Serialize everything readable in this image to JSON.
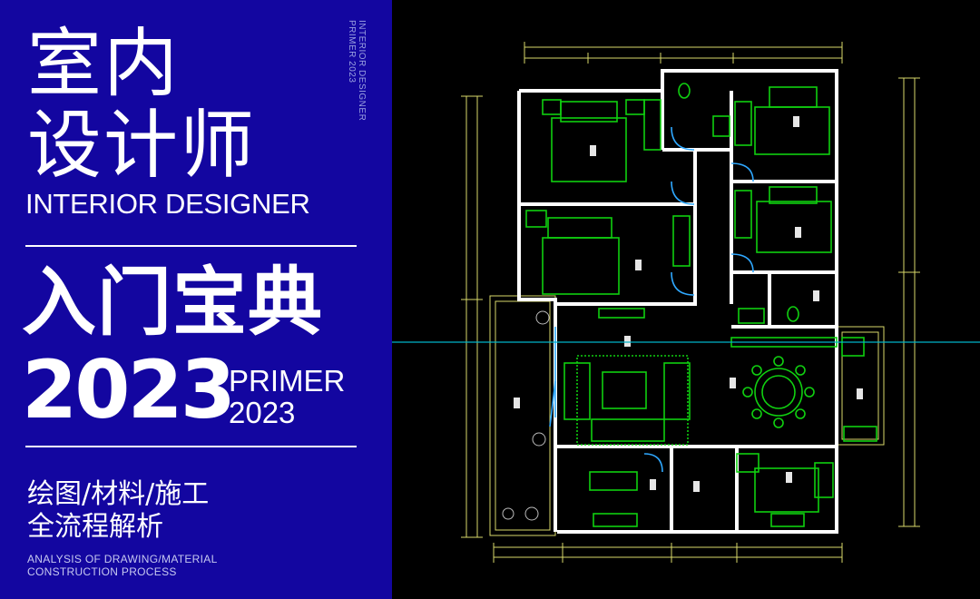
{
  "banner": {
    "title_line1": "室内",
    "title_line2": "设计师",
    "title_en": "INTERIOR DESIGNER",
    "vertical_text_line1": "INTERIOR DESIGNER",
    "vertical_text_line2": "PRIMER 2023",
    "headline": "入门宝典",
    "year": "2023",
    "primer_word": "PRIMER",
    "primer_year": "2023",
    "topics_line1": "绘图/材料/施工",
    "topics_line2": "全流程解析",
    "topics_en_line1": "ANALYSIS OF DRAWING/MATERIAL",
    "topics_en_line2": "CONSTRUCTION PROCESS"
  },
  "colors": {
    "banner_background": "#1306a0",
    "plan_background": "#000000",
    "wall": "#ffffff",
    "furniture": "#00d000",
    "dimension": "#ffff66",
    "door": "#00a8ff",
    "cursor_line": "#00b4c8"
  },
  "floor_plan": {
    "description_visible": "CAD floor plan drawing of an apartment"
  }
}
